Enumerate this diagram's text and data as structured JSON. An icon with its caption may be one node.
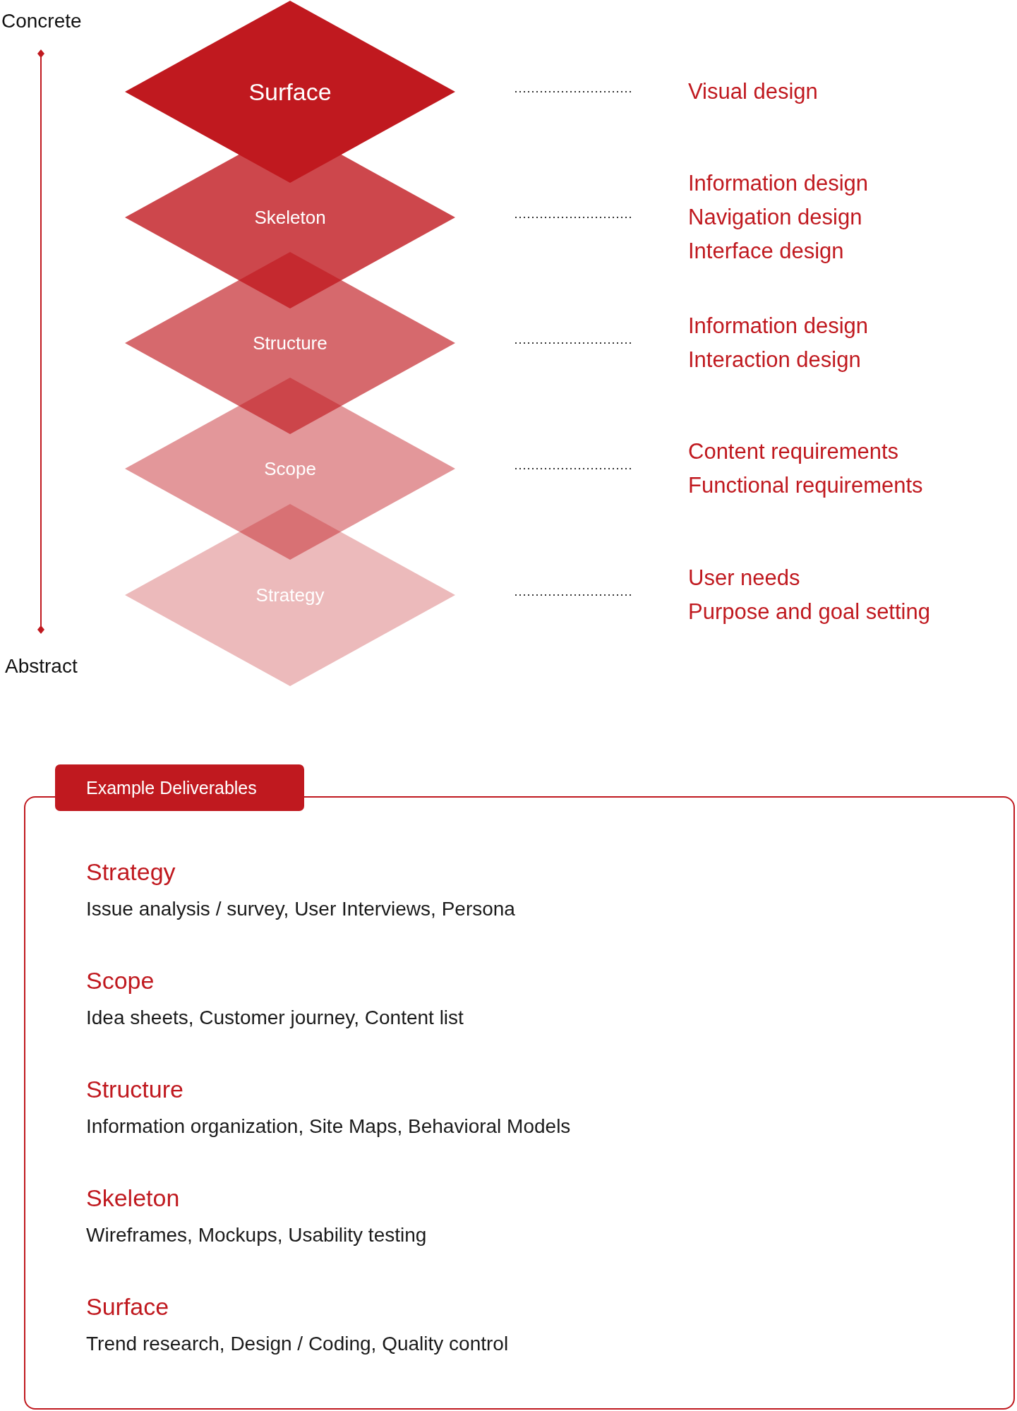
{
  "diagram": {
    "nodes": [
      {
        "text": [
          "Surface"
        ]
      },
      {
        "text": [
          "Skeleton"
        ]
      },
      {
        "text": [
          "Structure"
        ]
      },
      {
        "text": [
          "Scope"
        ]
      },
      {
        "text": [
          "Strategy"
        ]
      },
      {
        "text": [
          "Visual design"
        ]
      },
      {
        "text": [
          "Information design",
          "Navigation design",
          "Interface design"
        ]
      },
      {
        "text": [
          "Information design",
          "Interaction design"
        ]
      },
      {
        "text": [
          "Content requirements",
          "Functional requirements"
        ]
      },
      {
        "text": [
          "User needs",
          "Purpose and goal setting"
        ]
      },
      {
        "text": [
          "Example Deliverables"
        ]
      },
      {
        "text": [
          "Strategy",
          "Issue analysis / survey, User Interviews, Persona",
          "Scope",
          "Idea sheets, Customer journey, Content list",
          "Structure",
          "Information organization, Site Maps, Behavioral Models",
          "Skeleton",
          "Wireframes, Mockups, Usability testing",
          "Surface",
          "Trend research, Design / Coding, Quality control"
        ]
      }
    ],
    "edges": [
      {
        "from": 0,
        "to": 5,
        "arrow": "none",
        "style": "dashed"
      },
      {
        "from": 1,
        "to": 6,
        "arrow": "none",
        "style": "dashed"
      },
      {
        "from": 2,
        "to": 7,
        "arrow": "none",
        "style": "dashed"
      },
      {
        "from": 3,
        "to": 8,
        "arrow": "none",
        "style": "dashed"
      },
      {
        "from": 4,
        "to": 9,
        "arrow": "none",
        "style": "dashed"
      }
    ],
    "labels": [
      "Concrete",
      "Abstract"
    ]
  }
}
